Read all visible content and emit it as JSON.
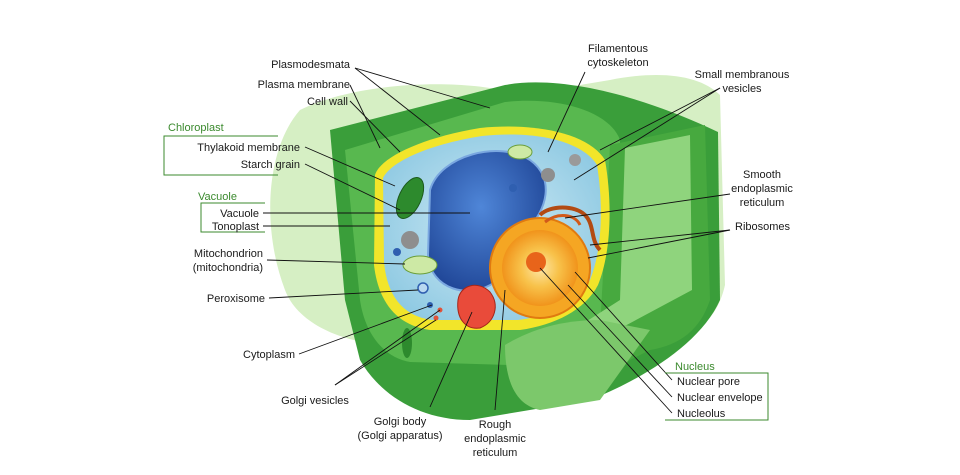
{
  "labels": {
    "plasmodesmata": "Plasmodesmata",
    "plasma_membrane": "Plasma membrane",
    "cell_wall": "Cell wall",
    "thylakoid_membrane": "Thylakoid membrane",
    "starch_grain": "Starch grain",
    "vacuole": "Vacuole",
    "tonoplast": "Tonoplast",
    "mitochondrion_1": "Mitochondrion",
    "mitochondrion_2": "(mitochondria)",
    "peroxisome": "Peroxisome",
    "cytoplasm": "Cytoplasm",
    "golgi_vesicles": "Golgi vesicles",
    "golgi_body_1": "Golgi body",
    "golgi_body_2": "(Golgi apparatus)",
    "rough_er_1": "Rough",
    "rough_er_2": "endoplasmic",
    "rough_er_3": "reticulum",
    "filamentous_1": "Filamentous",
    "filamentous_2": "cytoskeleton",
    "small_vesicles_1": "Small membranous",
    "small_vesicles_2": "vesicles",
    "smooth_er_1": "Smooth",
    "smooth_er_2": "endoplasmic",
    "smooth_er_3": "reticulum",
    "ribosomes": "Ribosomes",
    "nuclear_pore": "Nuclear pore",
    "nuclear_envelope": "Nuclear envelope",
    "nucleolus": "Nucleolus"
  },
  "groups": {
    "chloroplast": "Chloroplast",
    "vacuole": "Vacuole",
    "nucleus": "Nucleus"
  },
  "colors": {
    "group_label": "#3b8a2e",
    "cell_wall_dark": "#3a9e3a",
    "cell_wall_light": "#62c25a",
    "background_shape": "#d6efc4",
    "membrane_yellow": "#f2e52a",
    "cytoplasm": "#a9d8ea",
    "vacuole": "#2f5fb0",
    "nucleus": "#f4a21e"
  }
}
